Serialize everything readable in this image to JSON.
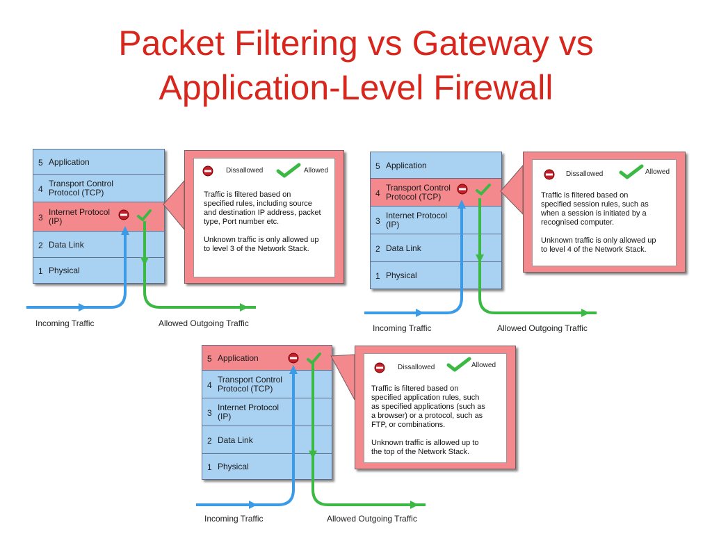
{
  "title_line1": "Packet Filtering vs Gateway vs",
  "title_line2": "Application-Level Firewall",
  "colors": {
    "title": "#d9261c",
    "layer": "#a9d1f2",
    "highlight": "#f3888d",
    "incoming": "#3b9be6",
    "allowed": "#3cb944",
    "blocked": "#c0202a"
  },
  "layers": {
    "l5": {
      "num": "5",
      "label": "Application"
    },
    "l4": {
      "num": "4",
      "label_a": "Transport Control",
      "label_b": "Protocol (TCP)"
    },
    "l3": {
      "num": "3",
      "label_a": "Internet Protocol",
      "label_b": "(IP)"
    },
    "l2": {
      "num": "2",
      "label": "Data Link"
    },
    "l1": {
      "num": "1",
      "label": "Physical"
    }
  },
  "legend": {
    "disallowed": "Dissallowed",
    "allowed": "Allowed"
  },
  "captions": {
    "incoming": "Incoming Traffic",
    "outgoing": "Allowed Outgoing Traffic"
  },
  "icons": {
    "disallowed": "no-entry-icon",
    "allowed": "checkmark-icon"
  },
  "packet_filtering": {
    "desc": [
      "Traffic is filtered based on",
      "specified rules, including source",
      "and destination IP address, packet",
      "type, Port number etc.",
      "",
      "Unknown traffic is only allowed up",
      "to level 3 of the Network Stack."
    ]
  },
  "gateway": {
    "desc": [
      "Traffic is filtered based on",
      "specified session rules, such as",
      "when a session is initiated by a",
      "recognised computer.",
      "",
      "Unknown traffic is only allowed up",
      "to level 4 of the Network Stack."
    ]
  },
  "application": {
    "desc": [
      "Traffic is filtered based on",
      "specified application rules, such",
      "as specified applications (such as",
      "a browser) or a protocol, such as",
      "FTP, or combinations.",
      "",
      "Unknown traffic is allowed up to",
      "the top of the Network Stack."
    ]
  }
}
